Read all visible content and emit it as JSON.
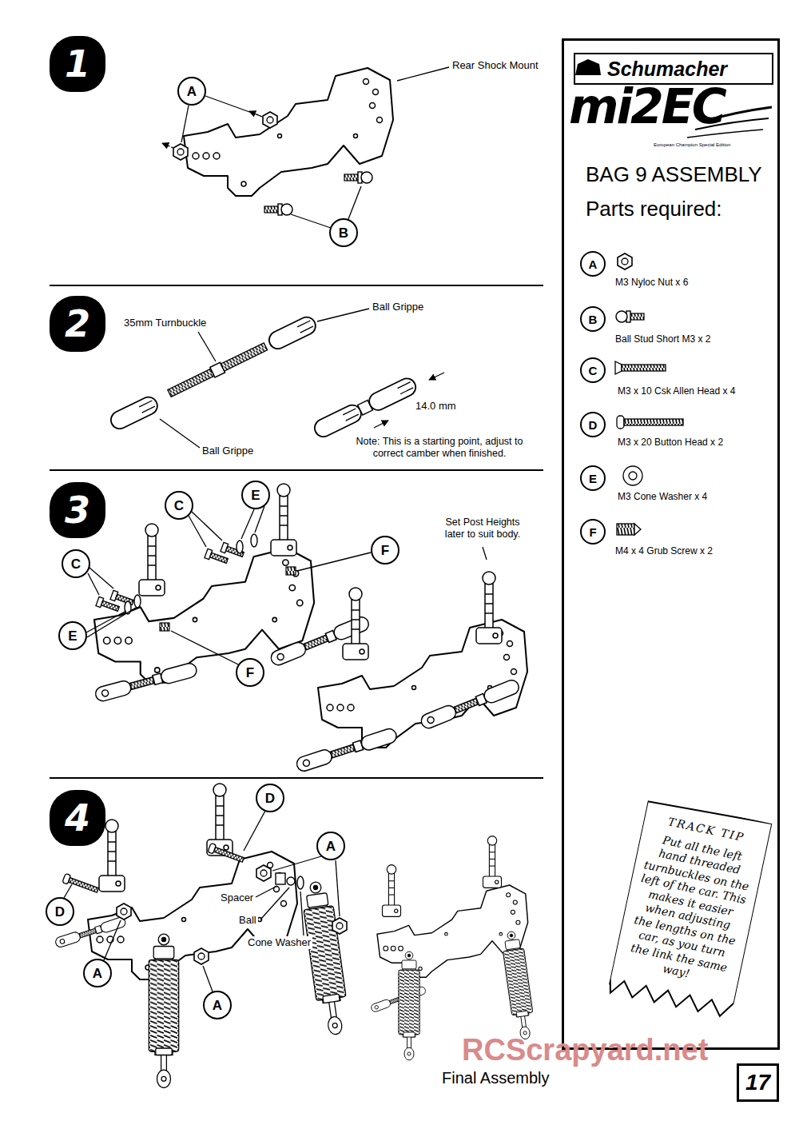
{
  "diagram": {
    "nodes": [
      {
        "text": [
          "1"
        ]
      },
      {
        "text": [
          "A"
        ]
      },
      {
        "text": [
          "B"
        ]
      },
      {
        "text": [
          "2"
        ]
      },
      {
        "text": [
          "3"
        ]
      },
      {
        "text": [
          "C"
        ]
      },
      {
        "text": [
          "E"
        ]
      },
      {
        "text": [
          "F"
        ]
      },
      {
        "text": [
          "C"
        ]
      },
      {
        "text": [
          "E"
        ]
      },
      {
        "text": [
          "F"
        ]
      },
      {
        "text": [
          "4"
        ]
      },
      {
        "text": [
          "D"
        ]
      },
      {
        "text": [
          "A"
        ]
      },
      {
        "text": [
          "D"
        ]
      },
      {
        "text": [
          "A"
        ]
      },
      {
        "text": [
          "A"
        ]
      },
      {
        "text": [
          "BAG 9 ASSEMBLY",
          "Parts required:"
        ]
      },
      {
        "text": [
          "Schumacher"
        ],
        "in": 17
      },
      {
        "text": [
          "A"
        ],
        "in": 17
      },
      {
        "text": [
          "B"
        ],
        "in": 17
      },
      {
        "text": [
          "C"
        ],
        "in": 17
      },
      {
        "text": [
          "D"
        ],
        "in": 17
      },
      {
        "text": [
          "E"
        ],
        "in": 17
      },
      {
        "text": [
          "F"
        ],
        "in": 17
      },
      {
        "text": [
          "TRACK TIP",
          "Put all the left hand threaded turnbuckles on the left of the car. This makes it easier when adjusting the lengths on the car, as you turn the link the same way!"
        ],
        "in": 17
      },
      {
        "text": [
          "17"
        ]
      }
    ],
    "labels": [
      "Rear Shock Mount",
      "35mm Turnbuckle",
      "Ball Grippe",
      "Ball Grippe",
      "14.0 mm",
      "Note: This is a starting point, adjust to correct camber when finished.",
      "Set Post Heights later to suit body.",
      "Spacer",
      "Ball",
      "Cone Washer",
      "Final Assembly",
      "mi2EC",
      "European Champion Special Edition",
      "M3 Nyloc Nut x 6",
      "Ball Stud Short M3 x 2",
      "M3 x 10 Csk Allen Head x 4",
      "M3 x 20 Button Head x 2",
      "M3 Cone Washer x 4",
      "M4 x 4 Grub Screw x 2",
      "RCScrapyard.net"
    ]
  }
}
